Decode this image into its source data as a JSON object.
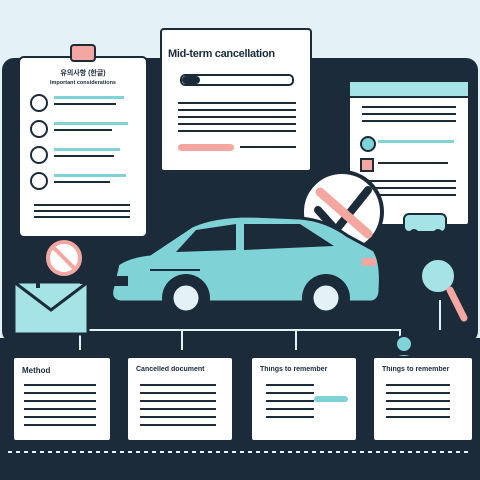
{
  "colors": {
    "navy": "#1c2b3a",
    "sky": "#e4f1f7",
    "teal": "#7fd3d6",
    "teal_light": "#a6e3e6",
    "salmon": "#f4a6a0",
    "white": "#ffffff"
  },
  "icons": [
    "clipboard-icon",
    "envelope-icon",
    "prohibited-icon",
    "check-cross-icon",
    "car-icon",
    "magnifier-icon",
    "person-icon",
    "checkbox-icon"
  ],
  "header": {
    "title": "Mid-term cancellation"
  },
  "clipboard": {
    "title": "유의사항 (한글)",
    "subtitle": "Important considerations"
  },
  "cards": [
    {
      "title": "Method"
    },
    {
      "title": "Cancelled document"
    },
    {
      "title": "Things to remember"
    },
    {
      "title": "Things to remember"
    }
  ]
}
